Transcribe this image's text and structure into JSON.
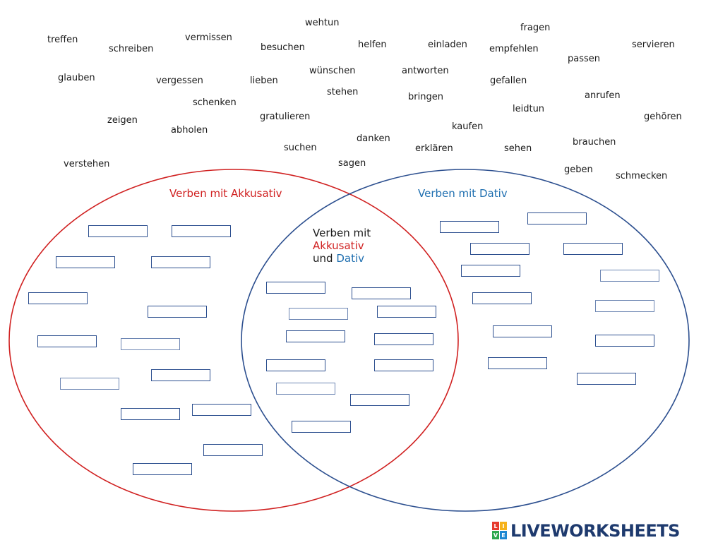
{
  "words": [
    "treffen",
    "schreiben",
    "vermissen",
    "wehtun",
    "besuchen",
    "helfen",
    "einladen",
    "fragen",
    "empfehlen",
    "servieren",
    "passen",
    "glauben",
    "vergessen",
    "lieben",
    "wünschen",
    "antworten",
    "gefallen",
    "stehen",
    "bringen",
    "anrufen",
    "schenken",
    "zeigen",
    "gratulieren",
    "leidtun",
    "gehören",
    "abholen",
    "kaufen",
    "danken",
    "suchen",
    "erklären",
    "sehen",
    "brauchen",
    "verstehen",
    "sagen",
    "geben",
    "schmecken"
  ],
  "sets": {
    "akkusativ_label": "Verben mit Akkusativ",
    "dativ_label": "Verben mit Dativ",
    "both_line1": "Verben mit",
    "both_akk": "Akkusativ",
    "both_und": "und",
    "both_dat": "Dativ"
  },
  "colors": {
    "akkusativ": "#d02020",
    "dativ": "#1f6fb0",
    "box_border": "#2c4f8f"
  },
  "branding": {
    "logo_text": "LIVEWORKSHEETS",
    "logo_letters": [
      "L",
      "I",
      "V",
      "E"
    ]
  }
}
